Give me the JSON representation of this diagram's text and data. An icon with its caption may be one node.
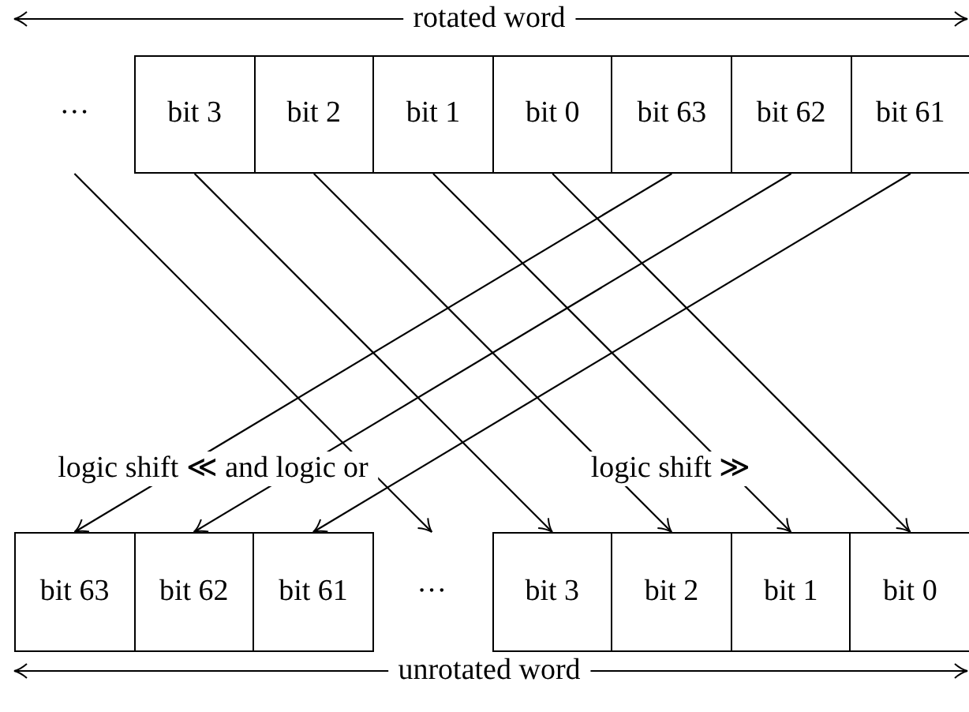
{
  "diagram": {
    "nodes": [
      {
        "text": [
          "···"
        ]
      },
      {
        "text": [
          "bit 3"
        ]
      },
      {
        "text": [
          "bit 2"
        ]
      },
      {
        "text": [
          "bit 1"
        ]
      },
      {
        "text": [
          "bit 0"
        ]
      },
      {
        "text": [
          "bit 63"
        ]
      },
      {
        "text": [
          "bit 62"
        ]
      },
      {
        "text": [
          "bit 61"
        ]
      },
      {
        "text": [
          "bit 63"
        ]
      },
      {
        "text": [
          "bit 62"
        ]
      },
      {
        "text": [
          "bit 61"
        ]
      },
      {
        "text": [
          "···"
        ]
      },
      {
        "text": [
          "bit 3"
        ]
      },
      {
        "text": [
          "bit 2"
        ]
      },
      {
        "text": [
          "bit 1"
        ]
      },
      {
        "text": [
          "bit 0"
        ]
      }
    ],
    "edges": [
      {
        "from": 0,
        "to": 11,
        "arrow": "to"
      },
      {
        "from": 1,
        "to": 12,
        "arrow": "to"
      },
      {
        "from": 2,
        "to": 13,
        "arrow": "to"
      },
      {
        "from": 3,
        "to": 14,
        "arrow": "to"
      },
      {
        "from": 4,
        "to": 15,
        "arrow": "to"
      },
      {
        "from": 5,
        "to": 8,
        "arrow": "to"
      },
      {
        "from": 6,
        "to": 9,
        "arrow": "to"
      },
      {
        "from": 7,
        "to": 10,
        "arrow": "to"
      }
    ],
    "labels": [
      "rotated word",
      "logic shift ≪ and logic or",
      "logic shift ≫",
      "unrotated word"
    ]
  }
}
